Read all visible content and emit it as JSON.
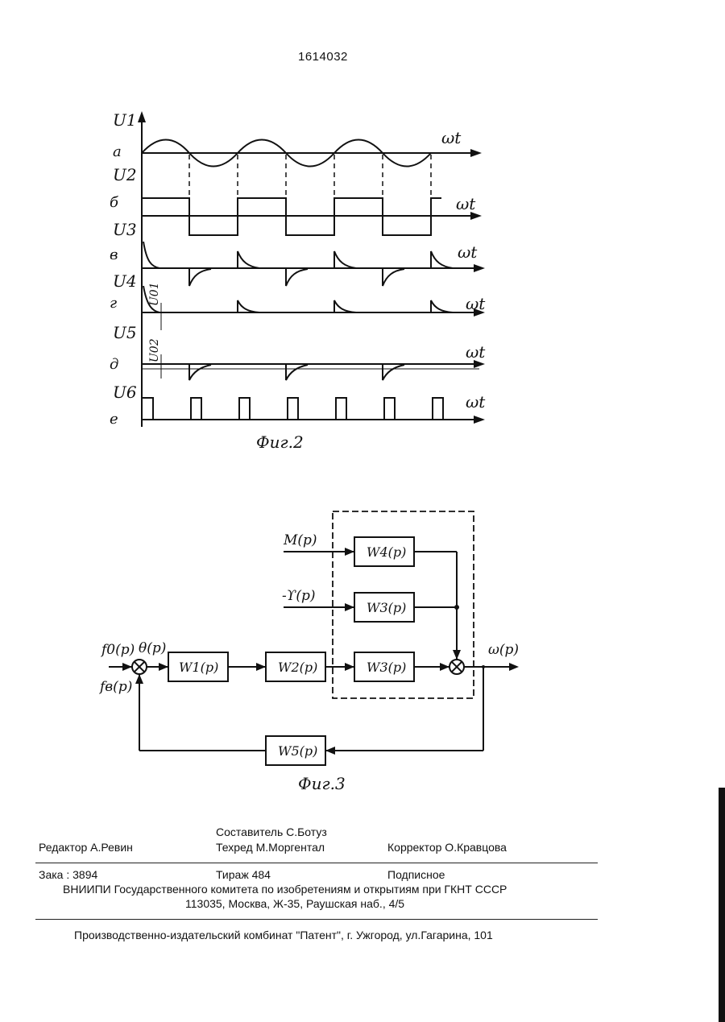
{
  "header": {
    "patent_number": "1614032"
  },
  "fig2": {
    "caption": "Фиг.2",
    "axis_label": "ωt",
    "rows": [
      {
        "signal": "U1",
        "letter": "а"
      },
      {
        "signal": "U2",
        "letter": "б"
      },
      {
        "signal": "U3",
        "letter": "в"
      },
      {
        "signal": "U4",
        "letter": "г"
      },
      {
        "signal": "U5",
        "letter": "д"
      },
      {
        "signal": "U6",
        "letter": "е"
      }
    ],
    "threshold_labels": {
      "u01": "U01",
      "u02": "U02"
    }
  },
  "fig3": {
    "caption": "Фиг.3",
    "inputs": {
      "f0": "f0(p)",
      "fb": "fв(p)",
      "theta": "θ(p)",
      "M": "M(p)",
      "upsilon": "-ϒ(p)"
    },
    "output": "ω(p)",
    "blocks": {
      "w1": "W1(p)",
      "w2": "W2(p)",
      "w3a": "W3(p)",
      "w3b": "W3(p)",
      "w4": "W4(p)",
      "w5": "W5(p)"
    }
  },
  "colophon": {
    "compiler": "Составитель С.Ботуз",
    "editor": "Редактор А.Ревин",
    "techred": "Техред М.Моргентал",
    "corrector": "Корректор О.Кравцова",
    "order": "Зака : 3894",
    "circulation": "Тираж 484",
    "subscription": "Подписное",
    "org_line": "ВНИИПИ Государственного комитета по изобретениям и открытиям при ГКНТ СССР",
    "address_line": "113035, Москва, Ж-35, Раушская наб., 4/5",
    "publisher_line": "Производственно-издательский комбинат \"Патент\", г. Ужгород, ул.Гагарина, 101"
  }
}
